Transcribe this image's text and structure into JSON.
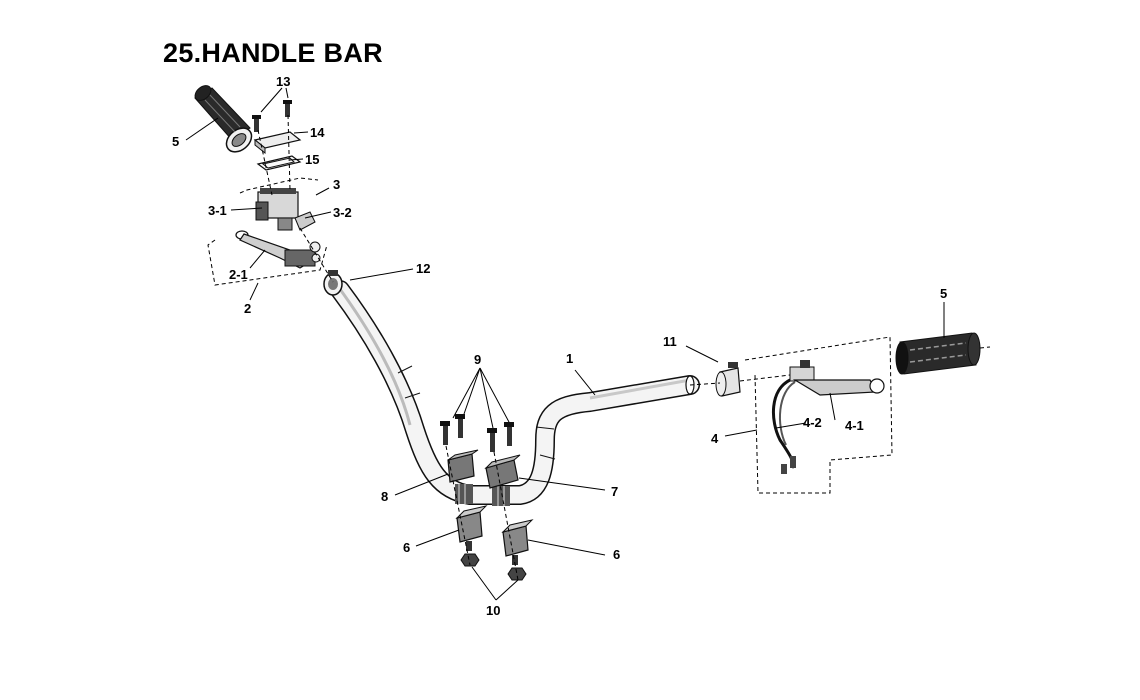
{
  "title": "25.HANDLE BAR",
  "callouts": {
    "c13": "13",
    "c14": "14",
    "c15": "15",
    "c5_left": "5",
    "c3": "3",
    "c3_1": "3-1",
    "c3_2": "3-2",
    "c2_1": "2-1",
    "c2": "2",
    "c12": "12",
    "c9": "9",
    "c1": "1",
    "c11": "11",
    "c5_right": "5",
    "c4": "4",
    "c4_2": "4-2",
    "c4_1": "4-1",
    "c8": "8",
    "c7": "7",
    "c6_left": "6",
    "c6_right": "6",
    "c10": "10"
  }
}
